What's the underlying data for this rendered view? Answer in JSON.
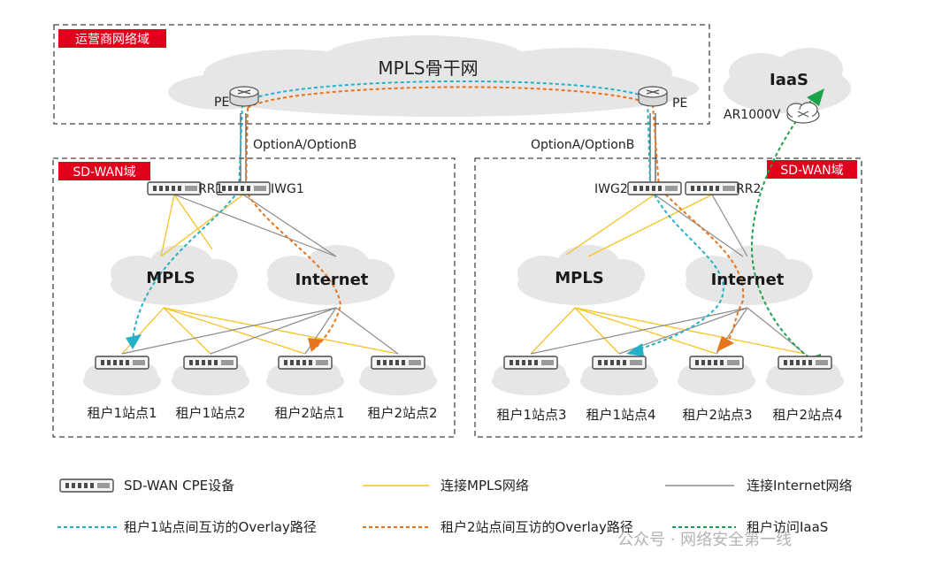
{
  "colors": {
    "tag_bg": "#e0001b",
    "cloud": "#e6e6e6",
    "mpls_link": "#f5c226",
    "internet_link": "#8c8c8c",
    "overlay_tenant1": "#24b1c8",
    "overlay_tenant2": "#e8741c",
    "overlay_iaas": "#1aa34a"
  },
  "operator_domain": {
    "tag": "运营商网络域",
    "backbone": "MPLS骨干网"
  },
  "pe_left": "PE",
  "pe_right": "PE",
  "option_left": "OptionA/OptionB",
  "option_right": "OptionA/OptionB",
  "iaas": {
    "cloud": "IaaS",
    "router": "AR1000V"
  },
  "left_domain": {
    "tag": "SD-WAN域",
    "rr": "RR1",
    "iwg": "IWG1",
    "mpls_cloud": "MPLS",
    "internet_cloud": "Internet",
    "sites": [
      "租户1站点1",
      "租户1站点2",
      "租户2站点1",
      "租户2站点2"
    ]
  },
  "right_domain": {
    "tag": "SD-WAN域",
    "rr": "RR2",
    "iwg": "IWG2",
    "mpls_cloud": "MPLS",
    "internet_cloud": "Internet",
    "sites": [
      "租户1站点3",
      "租户1站点4",
      "租户2站点3",
      "租户2站点4"
    ]
  },
  "legend": {
    "cpe": "SD-WAN CPE设备",
    "mpls_link": "连接MPLS网络",
    "internet_link": "连接Internet网络",
    "tenant1_path": "租户1站点间互访的Overlay路径",
    "tenant2_path": "租户2站点间互访的Overlay路径",
    "iaas_path": "租户访问IaaS"
  },
  "watermark": "公众号 · 网络安全第一线"
}
